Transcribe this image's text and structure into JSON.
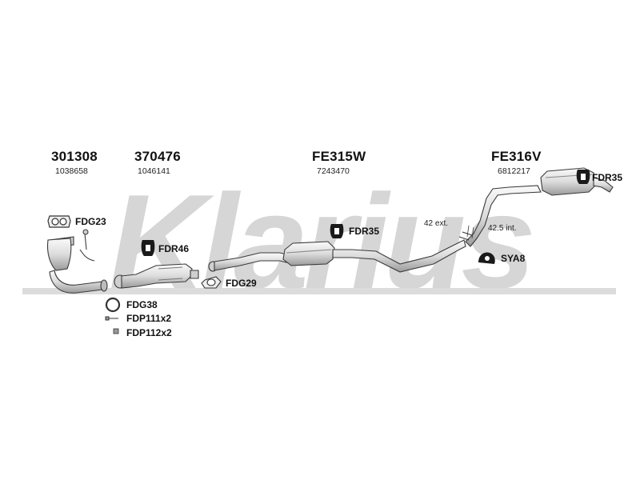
{
  "watermark": {
    "text": "Klarius"
  },
  "groups": [
    {
      "part_number": "301308",
      "oe_number": "1038658"
    },
    {
      "part_number": "370476",
      "oe_number": "1046141"
    },
    {
      "part_number": "FE315W",
      "oe_number": "7243470"
    },
    {
      "part_number": "FE316V",
      "oe_number": "6812217"
    }
  ],
  "fittings": {
    "fdg23": "FDG23",
    "fdr46": "FDR46",
    "fdg29": "FDG29",
    "fdr35_mid": "FDR35",
    "fdr35_rear": "FDR35",
    "sya8": "SYA8",
    "fdg38": "FDG38",
    "fdp111": "FDP111x2",
    "fdp112": "FDP112x2"
  },
  "dimensions": {
    "ext": "42 ext.",
    "int": "42.5 int."
  },
  "colors": {
    "watermark": "#d4d4d4",
    "line": "#3a3a3a",
    "part_fill": "#e8e8e8",
    "rubber": "#1a1a1a"
  }
}
